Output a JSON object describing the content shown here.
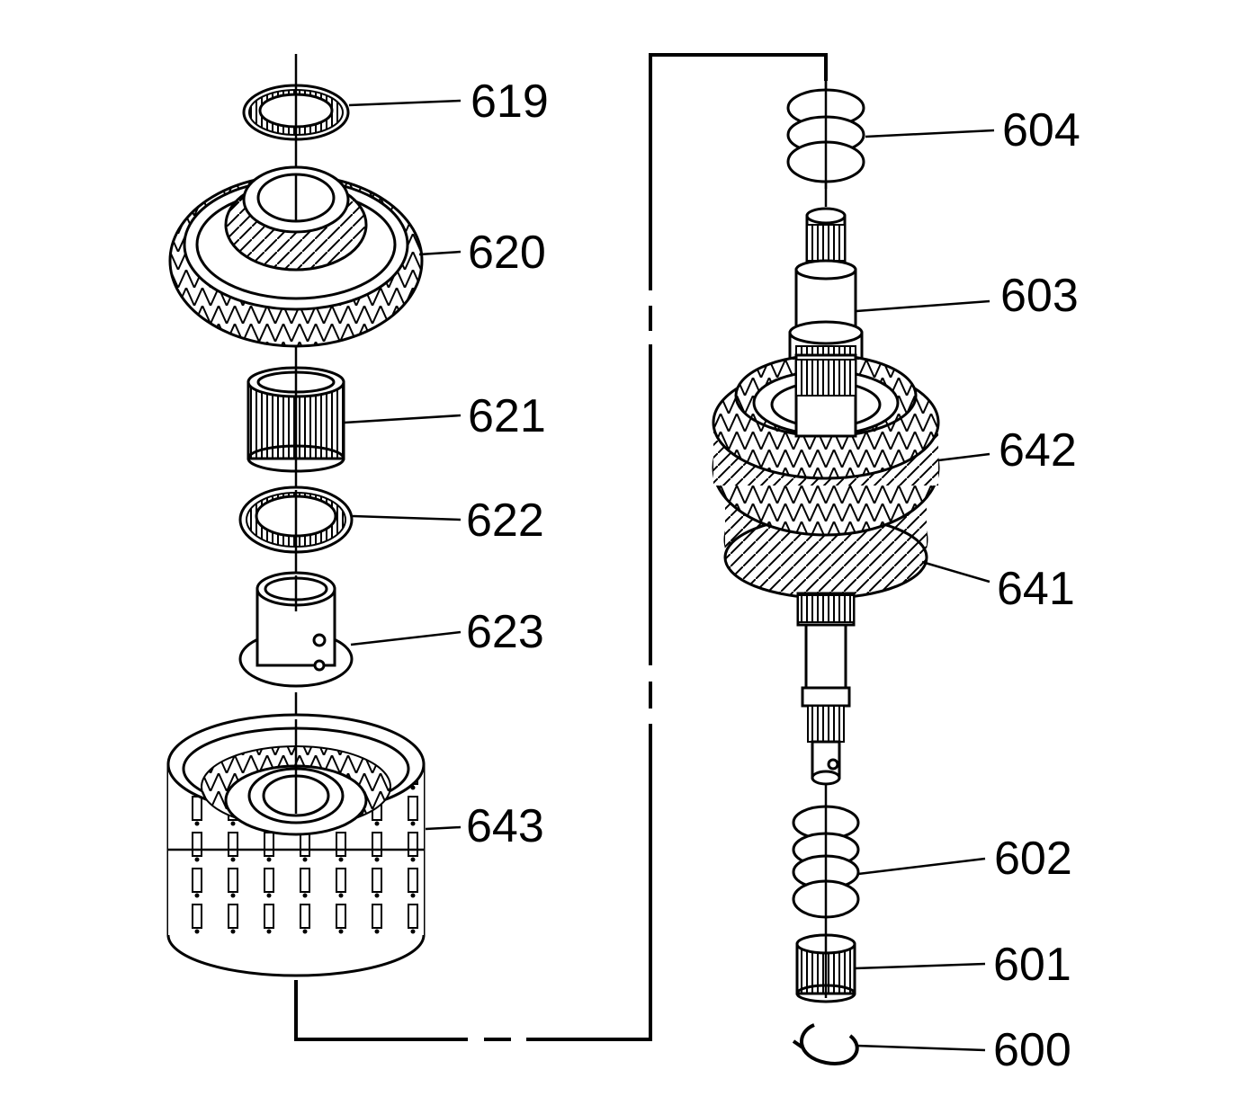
{
  "colors": {
    "ink": "#000000",
    "paper": "#ffffff"
  },
  "parts": [
    {
      "id": "619",
      "label": "619"
    },
    {
      "id": "620",
      "label": "620"
    },
    {
      "id": "621",
      "label": "621"
    },
    {
      "id": "622",
      "label": "622"
    },
    {
      "id": "623",
      "label": "623"
    },
    {
      "id": "643",
      "label": "643"
    },
    {
      "id": "604",
      "label": "604"
    },
    {
      "id": "603",
      "label": "603"
    },
    {
      "id": "642",
      "label": "642"
    },
    {
      "id": "641",
      "label": "641"
    },
    {
      "id": "602",
      "label": "602"
    },
    {
      "id": "601",
      "label": "601"
    },
    {
      "id": "600",
      "label": "600"
    }
  ]
}
